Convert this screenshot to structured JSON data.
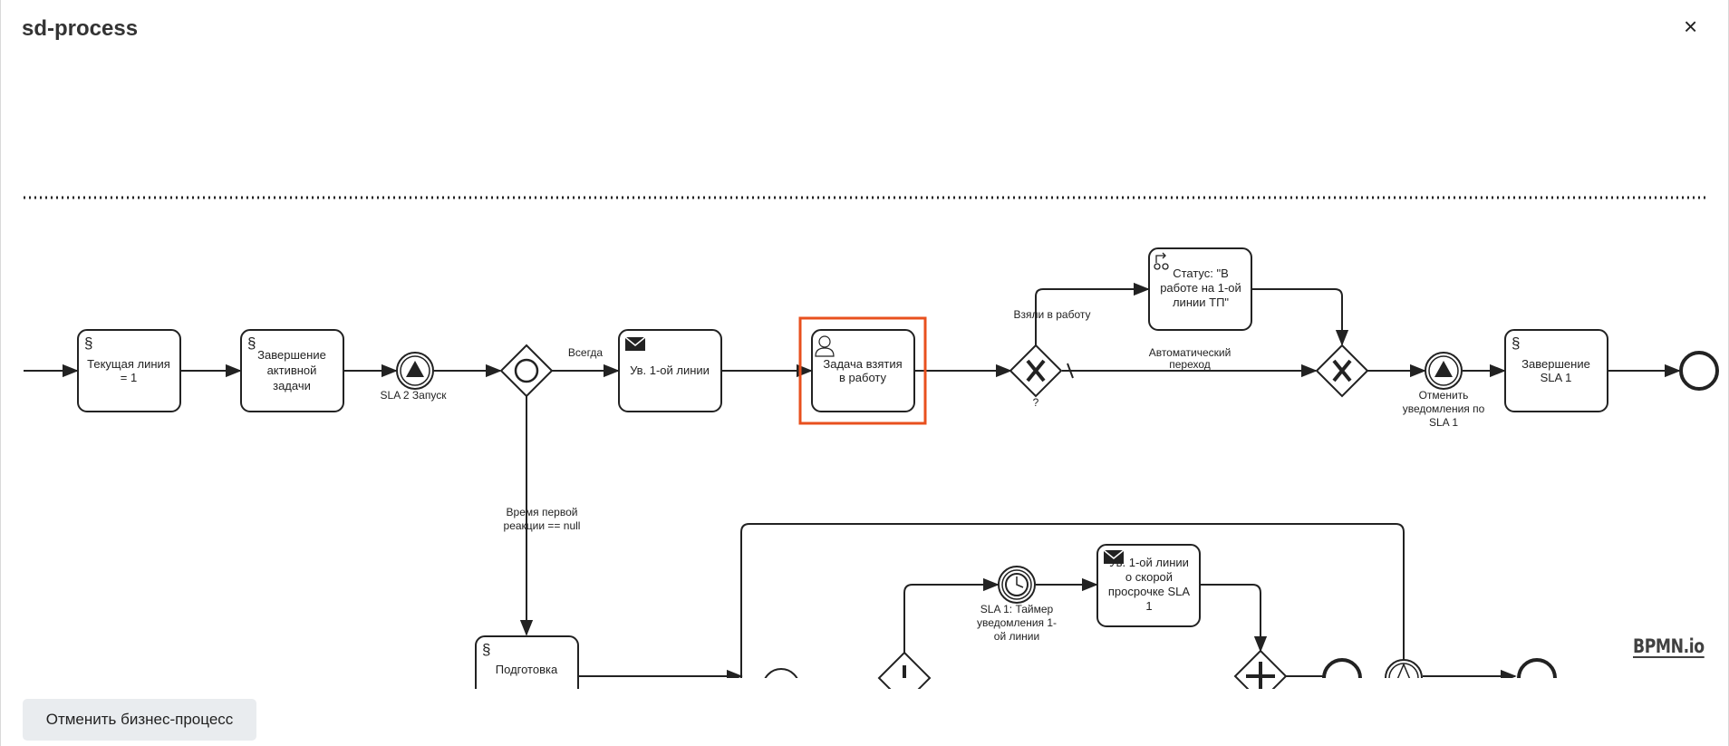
{
  "modal": {
    "title": "sd-process",
    "close_symbol": "×"
  },
  "footer": {
    "cancel_button": "Отменить бизнес-процесс"
  },
  "logo": {
    "text": "BPMN.io"
  },
  "diagram": {
    "tasks": {
      "t1": [
        "Текущая линия",
        "= 1"
      ],
      "t2": [
        "Завершение",
        "активной",
        "задачи"
      ],
      "t3": [
        "Ув. 1-ой линии"
      ],
      "t4": [
        "Задача взятия",
        "в работу"
      ],
      "t5": [
        "Статус: \"В",
        "работе на 1-ой",
        "линии ТП\""
      ],
      "t6": [
        "Завершение",
        "SLA 1"
      ],
      "t7": [
        "Подготовка"
      ],
      "t8": [
        "Ув. 1-ой линии",
        "о скорой",
        "просрочке SLA",
        "1"
      ]
    },
    "events": {
      "e1": [
        "SLA 2 Запуск"
      ],
      "e2": [
        "Отменить",
        "уведомления по",
        "SLA 1"
      ],
      "e3": [
        "SLA 1: Таймер",
        "уведомления 1-",
        "ой линии"
      ]
    },
    "flows": {
      "f_always": "Всегда",
      "f_taken": "Взяли в работу",
      "f_auto": [
        "Автоматический",
        "переход"
      ],
      "f_question": "?",
      "f_first_reaction": [
        "Время первой",
        "реакции == null"
      ]
    },
    "colors": {
      "selection": "#e8501e",
      "stroke": "#222222"
    }
  }
}
